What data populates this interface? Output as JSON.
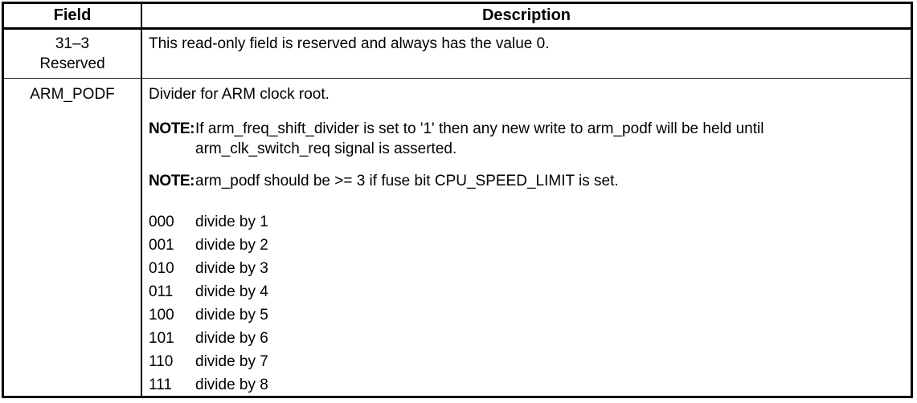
{
  "colors": {
    "border": "#000000",
    "text": "#000000",
    "background": "#ffffff"
  },
  "table": {
    "header": {
      "field": "Field",
      "description": "Description"
    },
    "rows": [
      {
        "field_lines": [
          "31–3",
          "Reserved"
        ],
        "description": "This read-only field is reserved and always has the value 0."
      },
      {
        "field": "ARM_PODF",
        "intro": "Divider for ARM clock root.",
        "notes": [
          {
            "label": "NOTE:",
            "text": "If arm_freq_shift_divider is set to '1' then any new write to arm_podf will be held until arm_clk_switch_req signal is asserted."
          },
          {
            "label": "NOTE:",
            "text": "arm_podf should be >= 3 if fuse bit CPU_SPEED_LIMIT is set."
          }
        ],
        "options": [
          {
            "value": "000",
            "meaning": "divide by 1"
          },
          {
            "value": "001",
            "meaning": "divide by 2"
          },
          {
            "value": "010",
            "meaning": "divide by 3"
          },
          {
            "value": "011",
            "meaning": "divide by 4"
          },
          {
            "value": "100",
            "meaning": "divide by 5"
          },
          {
            "value": "101",
            "meaning": "divide by 6"
          },
          {
            "value": "110",
            "meaning": "divide by 7"
          },
          {
            "value": "111",
            "meaning": "divide by 8"
          }
        ]
      }
    ]
  }
}
